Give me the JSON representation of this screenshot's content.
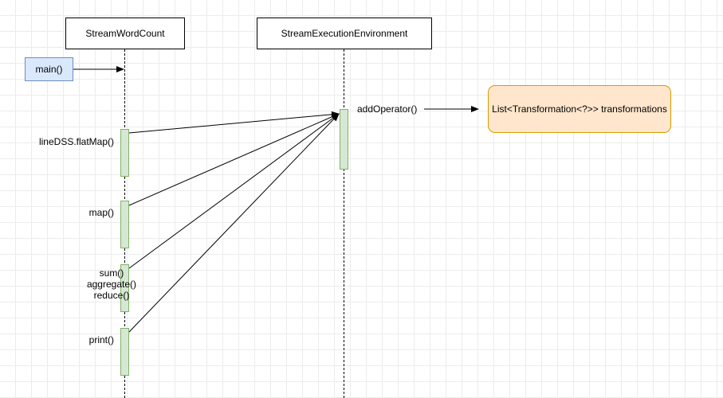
{
  "participants": {
    "word_count": "StreamWordCount",
    "env": "StreamExecutionEnvironment"
  },
  "main_call": "main()",
  "messages": {
    "flatmap": "lineDSS.flatMap()",
    "map": "map()",
    "sum": "sum()",
    "aggregate": "aggregate()",
    "reduce": "reduce()",
    "print": "print()"
  },
  "add_operator": "addOperator()",
  "transformations_note": "List<Transformation<?>> transformations",
  "colors": {
    "activation_fill": "#d5e8d4",
    "activation_stroke": "#82b366",
    "main_fill": "#dae8fc",
    "main_stroke": "#6c8ebf",
    "note_fill": "#ffe6cc",
    "note_stroke": "#d79b00"
  }
}
